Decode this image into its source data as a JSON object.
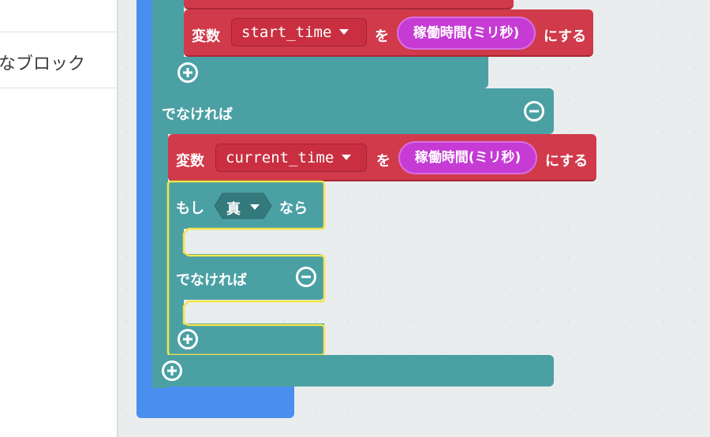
{
  "toolbox": {
    "category_label": "なブロック"
  },
  "blocks": {
    "set_start_time": {
      "keyword": "変数",
      "variable": "start_time",
      "to": "を",
      "value": "稼働時間(ミリ秒)",
      "suffix": "にする"
    },
    "else_label": "でなければ",
    "set_current_time": {
      "keyword": "変数",
      "variable": "current_time",
      "to": "を",
      "value": "稼働時間(ミリ秒)",
      "suffix": "にする"
    },
    "inner_if": {
      "if_label": "もし",
      "condition": "真",
      "then_label": "なら",
      "else_label": "でなければ"
    }
  },
  "colors": {
    "loop_blue": "#4a8ff0",
    "logic_teal": "#4ba0a4",
    "variables_red": "#d13a4a",
    "input_magenta": "#c53bd4",
    "selection_yellow": "#f4e44a"
  }
}
